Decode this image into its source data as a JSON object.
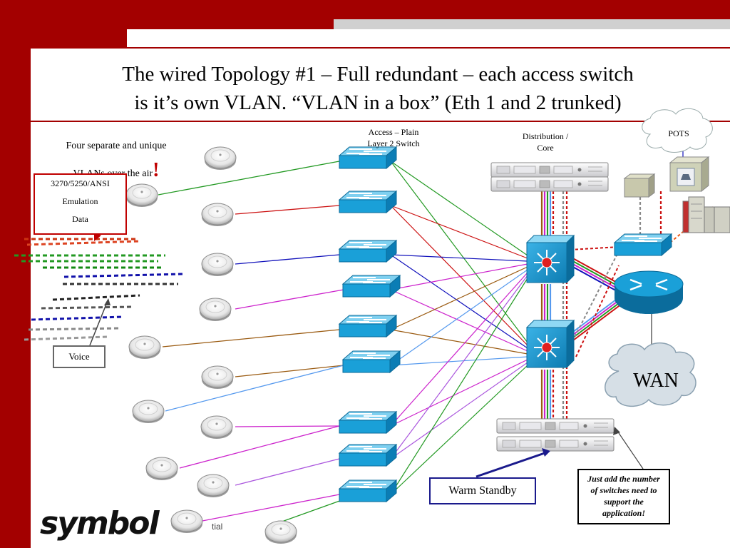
{
  "title_line1": "The wired Topology #1 – Full redundant – each access switch",
  "title_line2": "is it’s own VLAN. “VLAN in a box” (Eth 1 and 2 trunked)",
  "labels": {
    "vlans_line1": "Four separate and unique",
    "vlans_line2": "VLANs over the air",
    "vlans_exclaim": "!",
    "access_line1": "Access – Plain",
    "access_line2": "Layer 2 Switch",
    "dist_line1": "Distribution /",
    "dist_line2": "Core",
    "pots": "POTS",
    "wan": "WAN",
    "data_line1": "3270/5250/ANSI",
    "data_line2": "Emulation",
    "data_line3": "Data",
    "voice": "Voice",
    "warm_standby": "Warm Standby",
    "note_line1": "Just add the number",
    "note_line2": "of switches need to",
    "note_line3": "support the",
    "note_line4": "application!"
  },
  "logo": "symbol",
  "footer": "tial",
  "colors": {
    "brand_red": "#a30000",
    "switch_blue": "#1aa0d8",
    "link_green": "#229922",
    "link_red": "#cc1111",
    "link_blue": "#1111bb",
    "link_magenta": "#cc22cc",
    "link_brown": "#9a5a10",
    "link_lightblue": "#5599ee",
    "link_violet": "#aa55dd"
  },
  "icons": {
    "access_point": "access-point-icon",
    "switch": "layer2-switch-icon",
    "multilayer_switch": "multilayer-switch-icon",
    "router": "router-icon",
    "cloud": "cloud-icon",
    "phone": "telephone-icon",
    "pbx": "pbx-icon",
    "server_chassis": "server-chassis-icon"
  }
}
